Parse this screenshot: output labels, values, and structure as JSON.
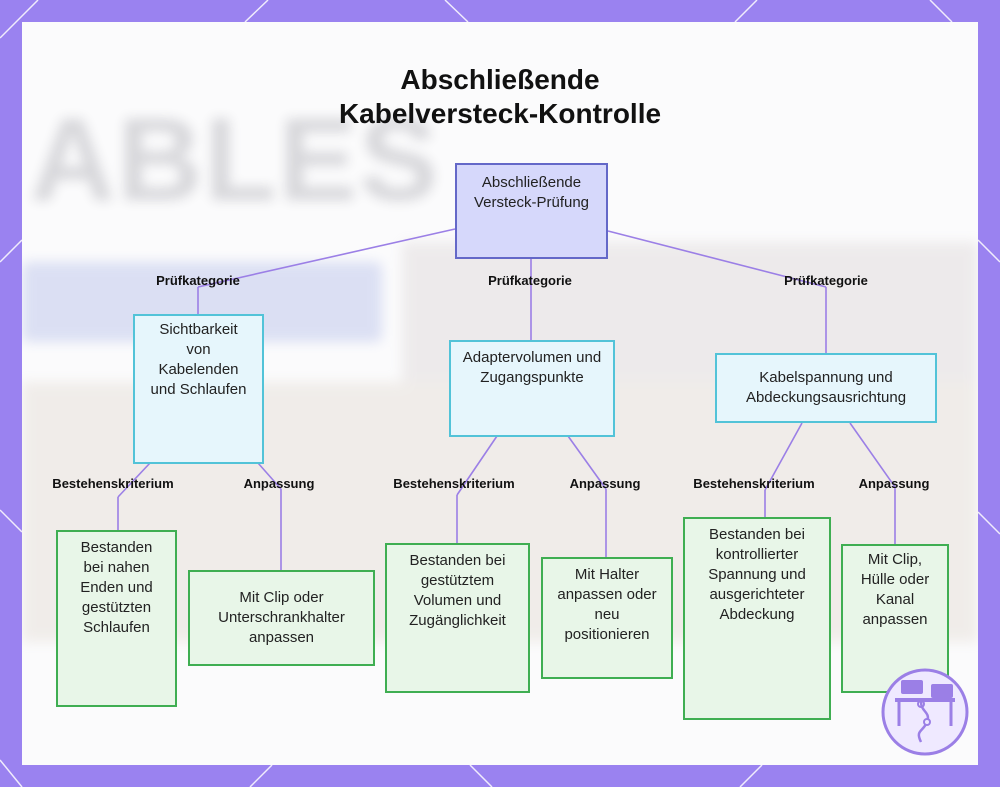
{
  "title": [
    "Abschließende",
    "Kabelversteck-Kontrolle"
  ],
  "root": "Abschließende Versteck-Prüfung",
  "edge_labels": {
    "category": "Prüfkategorie",
    "criterion": "Bestehenskriterium",
    "adjustment": "Anpassung"
  },
  "categories": [
    {
      "label": "Sichtbarkeit von Kabelenden und Schlaufen",
      "criterion": "Bestanden bei nahen Enden und gestützten Schlaufen",
      "adjustment": "Mit Clip oder Unterschrankhalter anpassen"
    },
    {
      "label": "Adaptervolumen und Zugangspunkte",
      "criterion": "Bestanden bei gestütztem Volumen und Zugänglichkeit",
      "adjustment": "Mit Halter anpassen oder neu positionieren"
    },
    {
      "label": "Kabelspannung und Abdeckungsausrichtung",
      "criterion": "Bestanden bei kontrollierter Spannung und ausgerichteter Abdeckung",
      "adjustment": "Mit Clip, Hülle oder Kanal anpassen"
    }
  ],
  "colors": {
    "frame": "#9a82f0",
    "root_fill": "#d6d8fb",
    "category_fill": "#e6f6fc",
    "leaf_fill": "#e8f6e8",
    "connector": "#9b7fe6"
  }
}
